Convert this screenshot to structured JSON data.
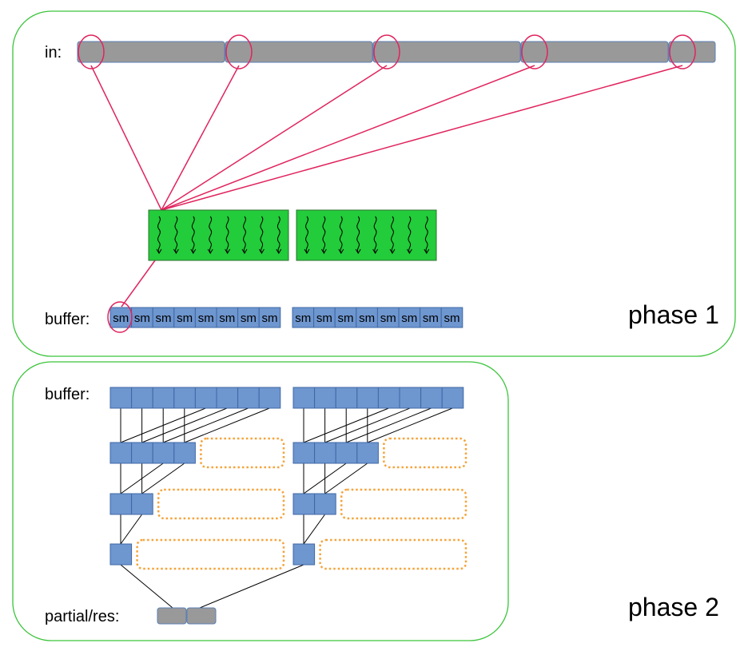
{
  "phase1": {
    "label": "phase 1",
    "in_label": "in:",
    "buffer_label": "buffer:",
    "in_segments": 5,
    "warp_blocks": 2,
    "threads_per_block": 8,
    "sm_cell_text": "sm",
    "sm_cells_per_group": 8
  },
  "phase2": {
    "label": "phase 2",
    "buffer_label": "buffer:",
    "result_label": "partial/res:",
    "reduction_levels": [
      8,
      4,
      2,
      1
    ],
    "result_cells": 2
  },
  "colors": {
    "frame": "#3cc43c",
    "in_bar": "#999999",
    "highlight": "#e0245e",
    "thread_block": "#22cc3a",
    "sm_cell": "#6e96cf",
    "dotted_box": "#f5a33a",
    "result_cell": "#999999"
  }
}
